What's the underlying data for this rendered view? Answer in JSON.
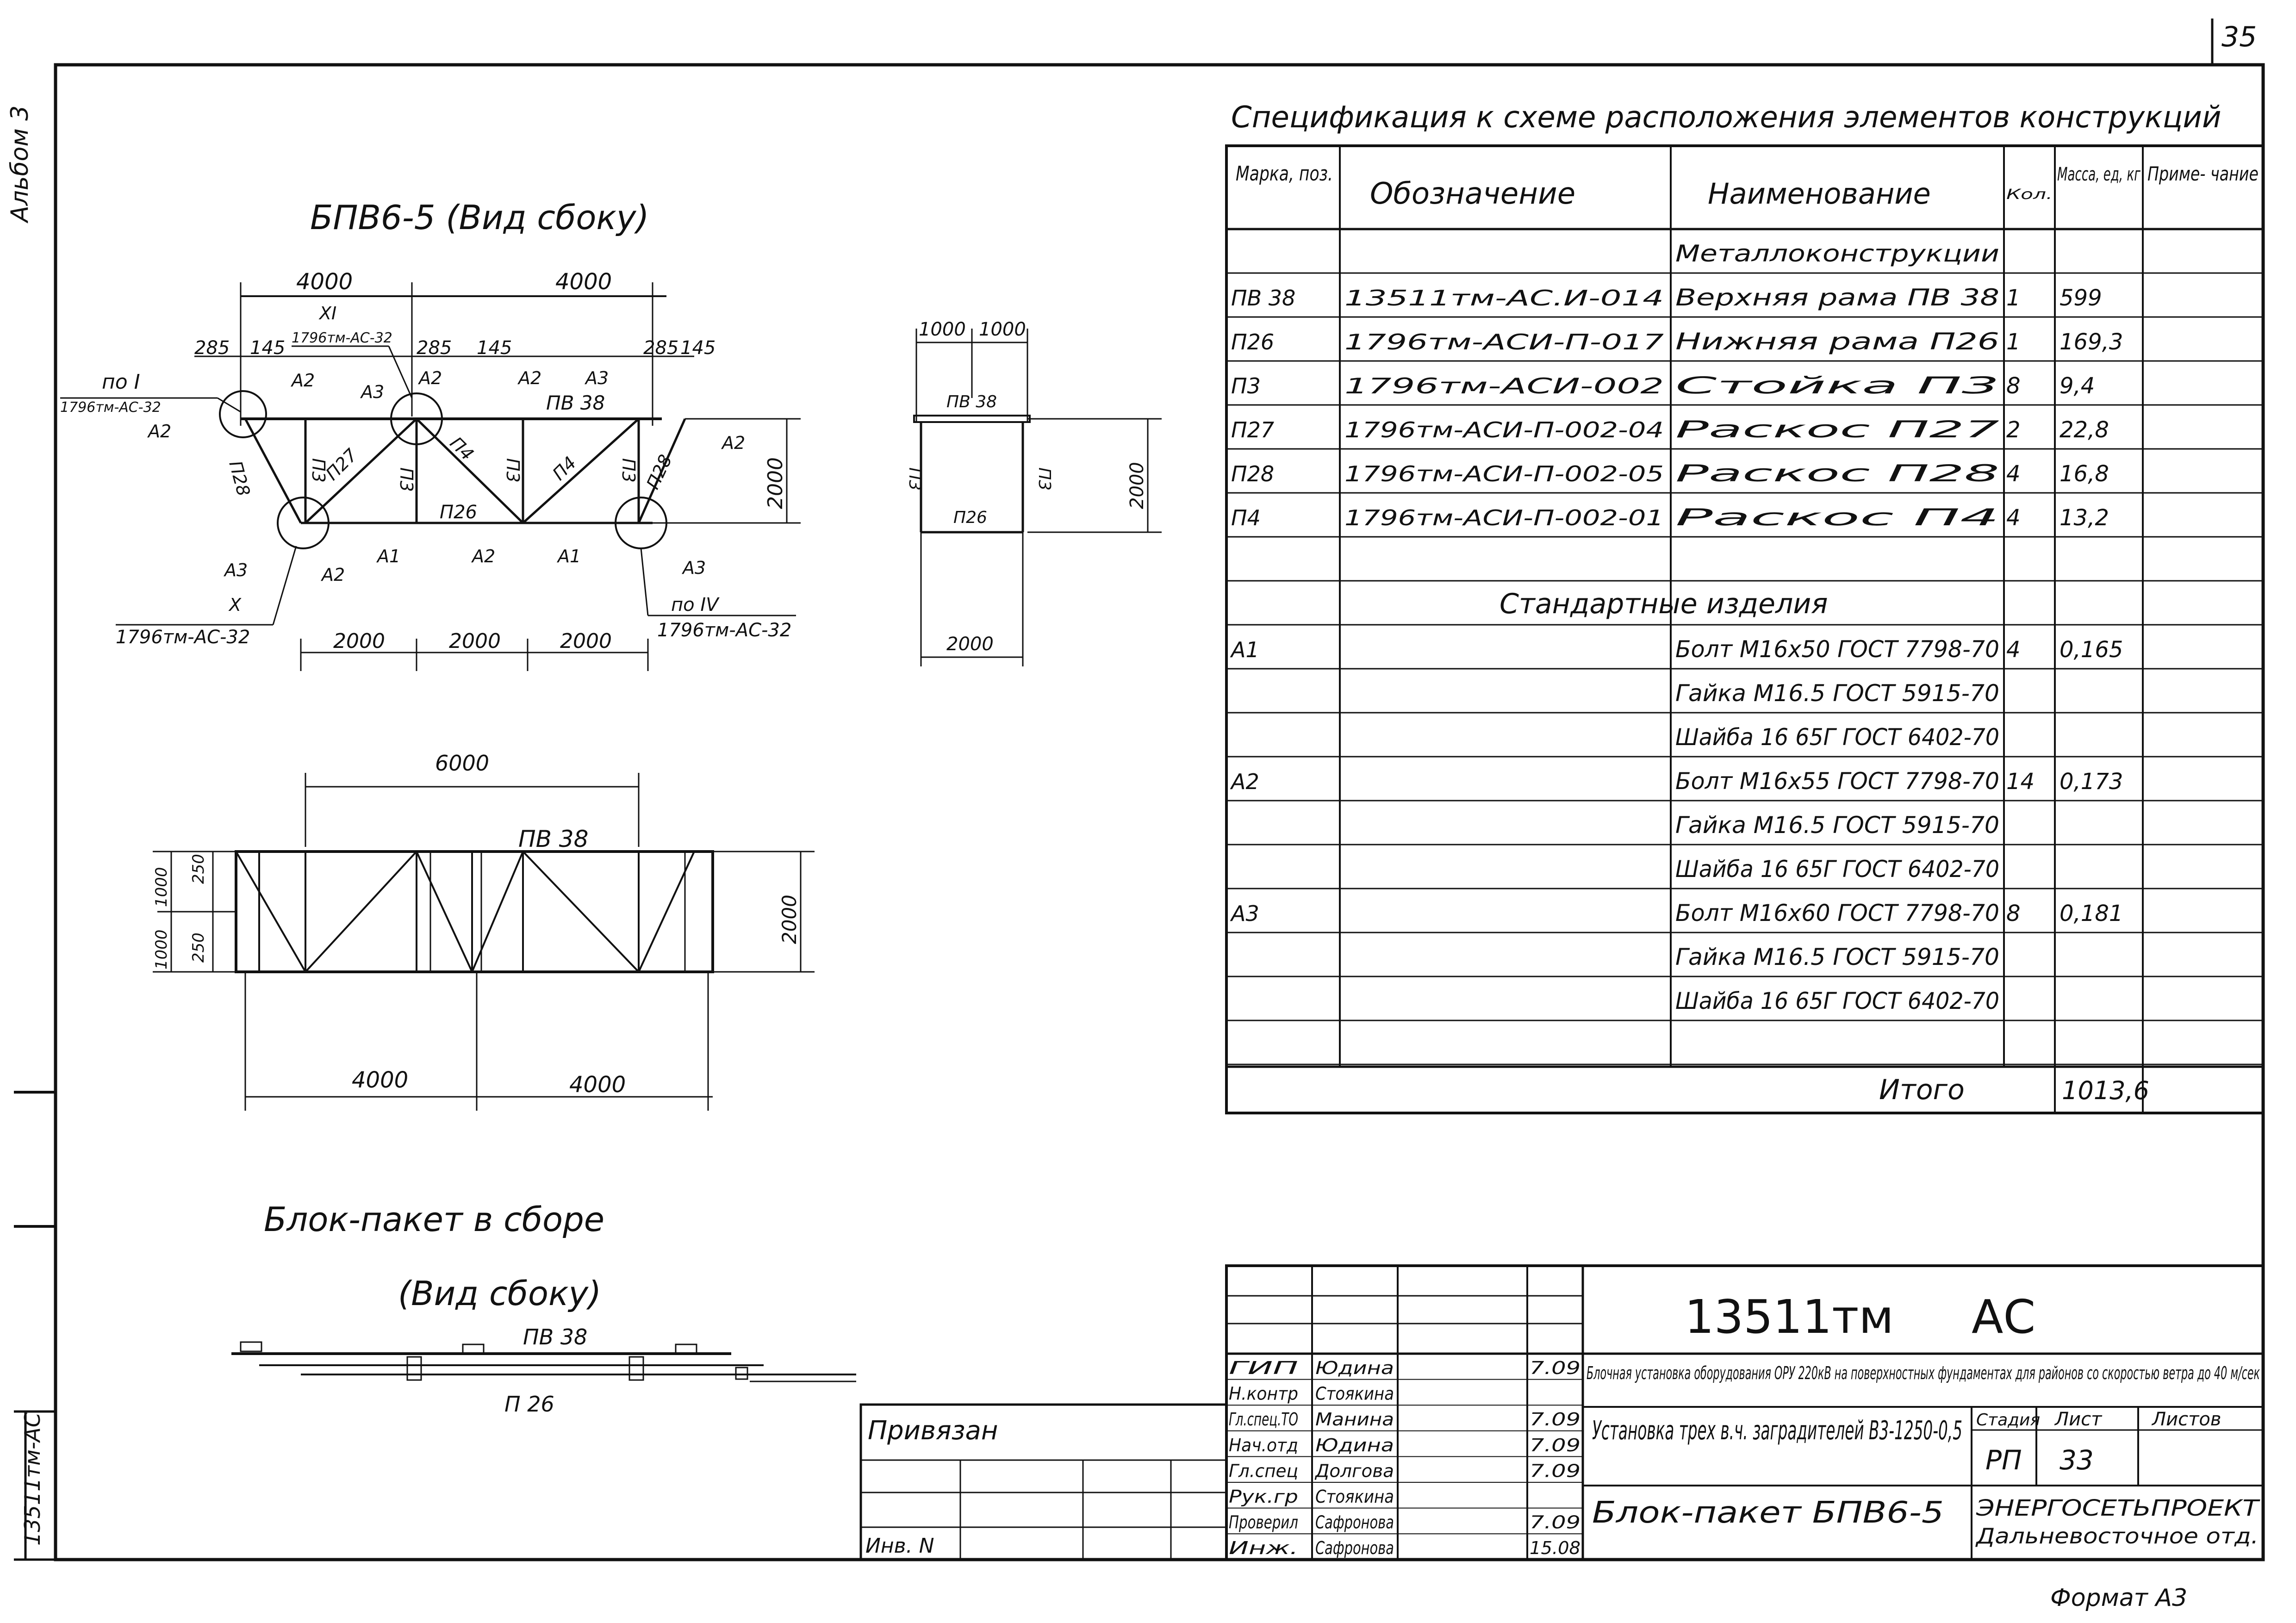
{
  "page": {
    "sheet_corner": "35",
    "margin_top": "Альбом 3",
    "margin_bottom": "13511тм-АС"
  },
  "side_view": {
    "title": "БПВ6-5 (Вид сбоку)",
    "dims_top": [
      "4000",
      "4000"
    ],
    "dims_small": [
      "285",
      "145",
      "285",
      "145",
      "285",
      "145"
    ],
    "dims_bottom": [
      "2000",
      "2000",
      "2000"
    ],
    "height": "2000",
    "node_refs": {
      "left_title": "по I",
      "left_doc": "1796тм-АС-32",
      "top_title": "XI",
      "top_doc": "1796тм-АС-32",
      "bl_title": "X",
      "bl_doc": "1796тм-АС-32",
      "br_title": "по IV",
      "br_doc": "1796тм-АС-32"
    },
    "members": [
      "А2",
      "А2",
      "А3",
      "А2",
      "А2",
      "А3",
      "ПВ 38",
      "П28",
      "П3",
      "П27",
      "П3",
      "П4",
      "П3",
      "П4",
      "П3",
      "П28",
      "А2",
      "П26",
      "А3",
      "А2",
      "А1",
      "А2",
      "А1",
      "А3"
    ]
  },
  "end_view": {
    "dims_top": [
      "1000",
      "1000"
    ],
    "labels": [
      "ПВ 38",
      "П3",
      "П26",
      "П3"
    ],
    "height": "2000",
    "width": "2000"
  },
  "plan_view": {
    "top_dim": "6000",
    "label": "ПВ 38",
    "left_dims": [
      "250",
      "1000",
      "1000",
      "250"
    ],
    "right_dim": "2000",
    "bottom_dims": [
      "4000",
      "4000"
    ]
  },
  "assembly": {
    "title": "Блок-пакет в сборе",
    "subtitle": "(Вид сбоку)",
    "label_top": "ПВ 38",
    "label_bottom": "П 26"
  },
  "spec": {
    "title": "Спецификация к схеме расположения элементов конструкций",
    "headers": [
      "Марка, поз.",
      "Обозначение",
      "Наименование",
      "Кол.",
      "Масса, ед, кг",
      "Приме- чание"
    ],
    "rows": [
      [
        "",
        "",
        "Металлоконструкции",
        "",
        "",
        ""
      ],
      [
        "ПВ 38",
        "13511тм-АС.И-014",
        "Верхняя рама ПВ 38",
        "1",
        "599",
        ""
      ],
      [
        "П26",
        "1796тм-АСИ-П-017",
        "Нижняя рама П26",
        "1",
        "169,3",
        ""
      ],
      [
        "П3",
        "1796тм-АСИ-002",
        "Стойка П3",
        "8",
        "9,4",
        ""
      ],
      [
        "П27",
        "1796тм-АСИ-П-002-04",
        "Раскос П27",
        "2",
        "22,8",
        ""
      ],
      [
        "П28",
        "1796тм-АСИ-П-002-05",
        "Раскос П28",
        "4",
        "16,8",
        ""
      ],
      [
        "П4",
        "1796тм-АСИ-П-002-01",
        "Раскос П4",
        "4",
        "13,2",
        ""
      ],
      [
        "",
        "",
        "",
        "",
        "",
        ""
      ],
      [
        "",
        "Стандартные изделия",
        "",
        "",
        "",
        ""
      ],
      [
        "А1",
        "",
        "Болт М16х50 ГОСТ 7798-70",
        "4",
        "0,165",
        ""
      ],
      [
        "",
        "",
        "Гайка М16.5 ГОСТ 5915-70",
        "",
        "",
        ""
      ],
      [
        "",
        "",
        "Шайба 16 65Г ГОСТ 6402-70",
        "",
        "",
        ""
      ],
      [
        "А2",
        "",
        "Болт М16х55 ГОСТ 7798-70",
        "14",
        "0,173",
        ""
      ],
      [
        "",
        "",
        "Гайка М16.5 ГОСТ 5915-70",
        "",
        "",
        ""
      ],
      [
        "",
        "",
        "Шайба 16 65Г ГОСТ 6402-70",
        "",
        "",
        ""
      ],
      [
        "А3",
        "",
        "Болт М16х60 ГОСТ 7798-70",
        "8",
        "0,181",
        ""
      ],
      [
        "",
        "",
        "Гайка М16.5 ГОСТ 5915-70",
        "",
        "",
        ""
      ],
      [
        "",
        "",
        "Шайба 16 65Г ГОСТ 6402-70",
        "",
        "",
        ""
      ],
      [
        "",
        "",
        "",
        "",
        "",
        ""
      ]
    ],
    "total_label": "Итого",
    "total_value": "1013,6"
  },
  "title_block": {
    "code": "13511тм",
    "section": "АС",
    "rows": [
      [
        "ГИП",
        "Юдина",
        "7.09"
      ],
      [
        "Н.контр",
        "Стоякина",
        ""
      ],
      [
        "Гл.спец.ТО",
        "Манина",
        "7.09"
      ],
      [
        "Нач.отд",
        "Юдина",
        "7.09"
      ],
      [
        "Гл.спец",
        "Долгова",
        "7.09"
      ],
      [
        "Рук.гр",
        "Стоякина",
        ""
      ],
      [
        "Проверил",
        "Сафронова",
        "7.09"
      ],
      [
        "Инж.",
        "Сафронова",
        "15.08"
      ]
    ],
    "project": "Блочная установка оборудования ОРУ 220кВ на поверхностных фундаментах для районов со скоростью ветра до 40 м/сек",
    "sheet_title": "Установка трех в.ч. заградителей В3-1250-0,5",
    "drawing": "Блок-пакет БПВ6-5",
    "stage_header": "Стадия",
    "sheet_header": "Лист",
    "sheets_header": "Листов",
    "stage": "РП",
    "sheet": "33",
    "org_line1": "ЭНЕРГОСЕТЬПРОЕКТ",
    "org_line2": "Дальневосточное отд.",
    "linked": "Привязан",
    "inv": "Инв. N",
    "format": "Формат А3"
  }
}
